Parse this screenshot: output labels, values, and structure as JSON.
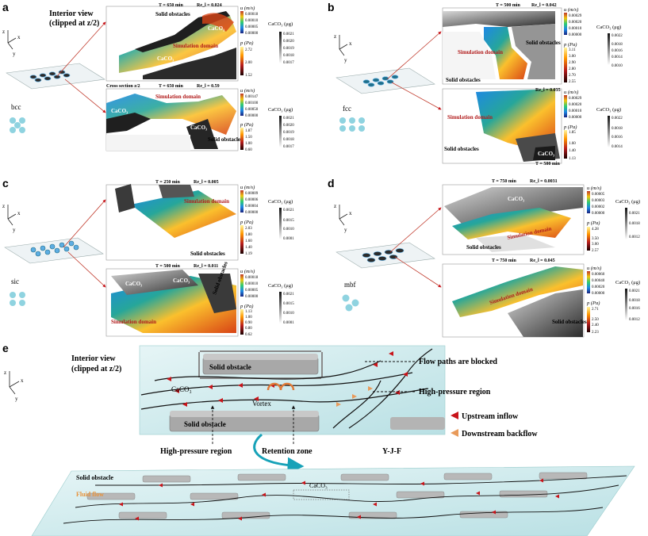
{
  "panels": {
    "a": {
      "letter": "a",
      "heading": "Interior view",
      "heading2": "(clipped at z/2)",
      "lattice": "bcc",
      "top": {
        "T": "T = 650 min",
        "Re": "Re_l = 0.024",
        "labels": [
          "Solid obstacles",
          "CaCO₃",
          "Simulation domain",
          "CaCO₃"
        ],
        "u_title": "u (m/s)",
        "u_ticks": [
          "0.00018",
          "0.00010",
          "0.00005",
          "0.00000"
        ],
        "p_title": "p (Pa)",
        "p_ticks": [
          "2.72",
          "2.00",
          "1.52"
        ],
        "c_title": "CaCO₃ (μg)",
        "c_ticks": [
          "0.0021",
          "0.0020",
          "0.0019",
          "0.0018",
          "0.0017"
        ]
      },
      "bottom": {
        "section": "Cross section z/2",
        "T": "T = 650 min",
        "Re": "Re_l = 0.59",
        "labels": [
          "Simulation domain",
          "CaCO₃",
          "CaCO₃",
          "Solid obstacles"
        ],
        "u_title": "u (m/s)",
        "u_ticks": [
          "0.00147",
          "0.00100",
          "0.00050",
          "0.00000"
        ],
        "p_title": "p (Pa)",
        "p_ticks": [
          "1.87",
          "1.50",
          "1.00",
          "0.60"
        ],
        "c_title": "CaCO₃ (μg)",
        "c_ticks": [
          "0.0021",
          "0.0020",
          "0.0019",
          "0.0018",
          "0.0017"
        ]
      }
    },
    "b": {
      "letter": "b",
      "lattice": "fcc",
      "top": {
        "T": "T = 500 min",
        "Re": "Re_l = 0.042",
        "labels": [
          "Solid obstacles",
          "Simulation domain",
          "Solid obstacles"
        ],
        "u_title": "u (m/s)",
        "u_ticks": [
          "0.00029",
          "0.00020",
          "0.00010",
          "0.00000"
        ],
        "p_title": "p (Pa)",
        "p_ticks": [
          "3.11",
          "3.00",
          "2.90",
          "2.80",
          "2.70",
          "2.55"
        ],
        "c_title": "CaCO₃ (μg)",
        "c_ticks": [
          "0.0022",
          "0.0018",
          "0.0016",
          "0.0014",
          "0.0010"
        ]
      },
      "bottom": {
        "T": "T = 500 min",
        "Re": "Re_l = 0.035",
        "labels": [
          "Simulation domain",
          "Solid obstacles",
          "CaCO₃"
        ],
        "u_title": "u (m/s)",
        "u_ticks": [
          "0.00029",
          "0.00020",
          "0.00010",
          "0.00000"
        ],
        "p_title": "p (Pa)",
        "p_ticks": [
          "1.85",
          "1.60",
          "1.40",
          "1.13"
        ],
        "c_title": "CaCO₃ (μg)",
        "c_ticks": [
          "0.0022",
          "0.0018",
          "0.0016",
          "0.0014"
        ]
      }
    },
    "c": {
      "letter": "c",
      "lattice": "sic",
      "top": {
        "T": "T = 250 min",
        "Re": "Re_l = 0.005",
        "labels": [
          "Simulation domain",
          "Solid obstacles"
        ],
        "u_title": "u (m/s)",
        "u_ticks": [
          "0.00009",
          "0.00006",
          "0.00004",
          "0.00000"
        ],
        "p_title": "p (Pa)",
        "p_ticks": [
          "2.03",
          "1.80",
          "1.60",
          "1.40",
          "1.19"
        ],
        "c_title": "CaCO₃ (μg)",
        "c_ticks": [
          "0.0021",
          "0.0015",
          "0.0010",
          "0.0001"
        ]
      },
      "bottom": {
        "T": "T = 500 min",
        "Re": "Re_l = 0.011",
        "labels": [
          "CaCO₃",
          "CaCO₃",
          "Solid obstacles",
          "Simulation domain"
        ],
        "u_title": "u (m/s)",
        "u_ticks": [
          "0.00018",
          "0.00010",
          "0.00005",
          "0.00000"
        ],
        "p_title": "p (Pa)",
        "p_ticks": [
          "1.13",
          "1.00",
          "0.90",
          "0.80",
          "0.62"
        ],
        "c_title": "CaCO₃ (μg)",
        "c_ticks": [
          "0.0021",
          "0.0015",
          "0.0010",
          "0.0001"
        ]
      }
    },
    "d": {
      "letter": "d",
      "lattice": "mbf",
      "top": {
        "T": "T = 750 min",
        "Re": "Re_l = 0.0031",
        "labels": [
          "CaCO₃",
          "Simulation domain",
          "Solid obstacles"
        ],
        "u_title": "u (m/s)",
        "u_ticks": [
          "0.00005",
          "0.00003",
          "0.00002",
          "0.00000"
        ],
        "p_title": "p (Pa)",
        "p_ticks": [
          "4.28",
          "3.50",
          "3.00",
          "2.57"
        ],
        "c_title": "CaCO₃ (μg)",
        "c_ticks": [
          "0.0021",
          "0.0018",
          "0.0012"
        ]
      },
      "bottom": {
        "T": "T = 750 min",
        "Re": "Re_l = 0.045",
        "labels": [
          "Simulation domain",
          "Solid obstacles"
        ],
        "u_title": "u (m/s)",
        "u_ticks": [
          "0.00060",
          "0.00040",
          "0.00020",
          "0.00000"
        ],
        "p_title": "p (Pa)",
        "p_ticks": [
          "2.71",
          "2.50",
          "2.40",
          "2.23"
        ],
        "c_title": "CaCO₃ (μg)",
        "c_ticks": [
          "0.0021",
          "0.0018",
          "0.0016",
          "0.0012"
        ]
      }
    },
    "e": {
      "letter": "e",
      "heading": "Interior view",
      "heading2": "(clipped at z/2)",
      "solid_top": "Solid obstacle",
      "solid_bottom": "Solid obstacle",
      "caco3": "CaCO₃",
      "blocked": "Flow paths are blocked",
      "hp_right": "High-pressure region",
      "vortex": "Vortex",
      "hp_left": "High-pressure region",
      "retention": "Retention zone",
      "yjf": "Y-J-F",
      "legend_up": "Upstream inflow",
      "legend_down": "Downstream backflow",
      "strip_solid": "Solid obstacle",
      "strip_fluid": "Fluid flow",
      "strip_caco3": "CaCO₃"
    }
  },
  "axes": {
    "z": "z",
    "x": "x",
    "y": "y"
  },
  "colors": {
    "upstream": "#c8141a",
    "downstream": "#e89a5a",
    "annotation": "#b11a1a",
    "fluid": "#cfe9ec",
    "obstacle": "#a8a8a8"
  }
}
